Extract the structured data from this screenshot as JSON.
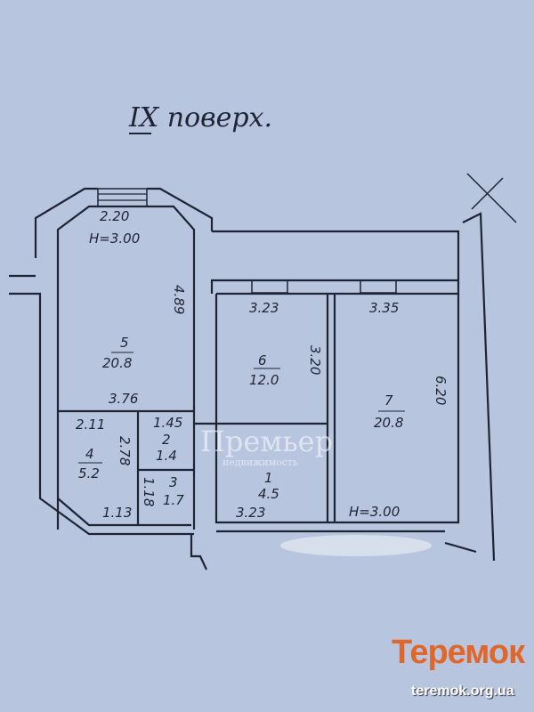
{
  "title": "IX поверх.",
  "rooms": [
    {
      "num": "5",
      "area": "20.8"
    },
    {
      "num": "6",
      "area": "12.0"
    },
    {
      "num": "7",
      "area": "20.8"
    },
    {
      "num": "4",
      "area": "5.2"
    },
    {
      "num": "2",
      "area": "1.4"
    },
    {
      "num": "3",
      "area": "1.7"
    },
    {
      "num": "1",
      "area": "4.5"
    }
  ],
  "dimensions": {
    "r5_top": "2.20",
    "r5_height": "H=3.00",
    "r5_side": "4.89",
    "r5_bottom": "3.76",
    "r4_top": "2.11",
    "r4_side": "2.78",
    "r4_bottom": "1.13",
    "r2_top": "1.45",
    "r3_side": "1.18",
    "r6_top": "3.23",
    "r6_side": "3.20",
    "r7_top": "3.35",
    "r7_side": "6.20",
    "r1_bottom": "3.23",
    "r7_height": "H=3.00"
  },
  "watermark": {
    "name": "Премьер",
    "sub": "недвижимость"
  },
  "logo": {
    "name": "Теремок",
    "url": "teremok.org.ua",
    "color": "#e0662a"
  }
}
